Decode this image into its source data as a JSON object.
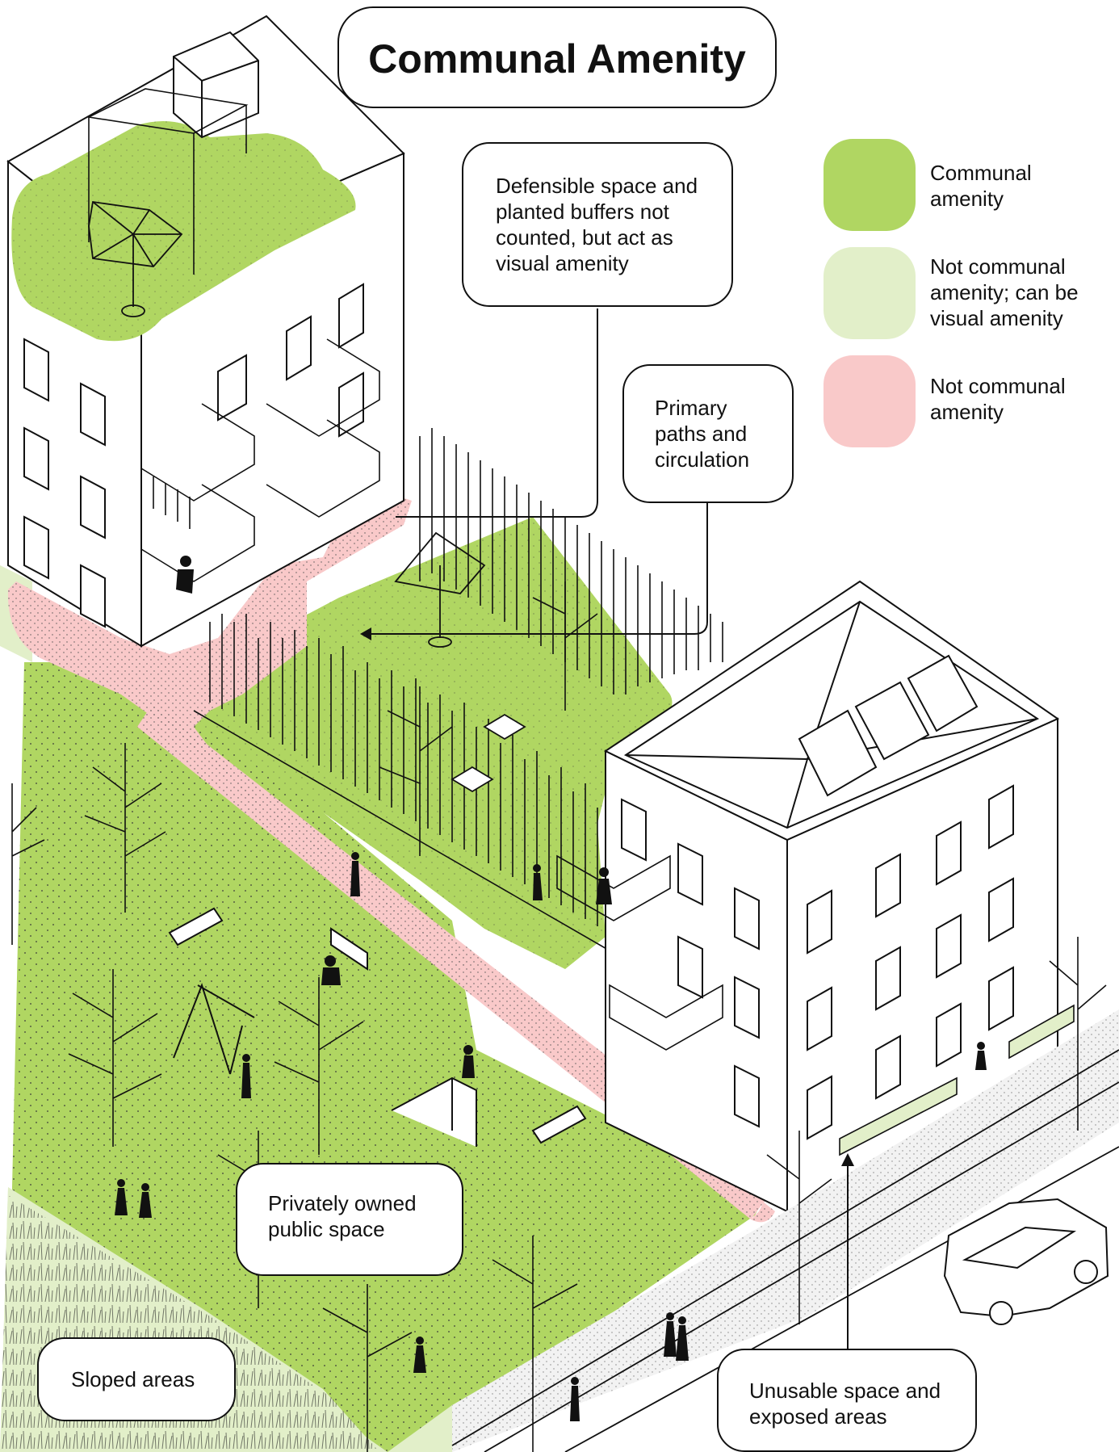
{
  "title": "Communal Amenity",
  "callouts": {
    "defensible": "Defensible space and planted buffers not counted, but act as visual amenity",
    "primary_paths": "Primary paths and circulation",
    "privately_owned": "Privately owned public space",
    "sloped": "Sloped areas",
    "unusable": "Unusable space and exposed areas"
  },
  "legend": [
    {
      "label": "Communal amenity",
      "color": "#b0d662"
    },
    {
      "label": "Not communal amenity; can be visual amenity",
      "color": "#e2efc9"
    },
    {
      "label": "Not communal amenity",
      "color": "#f9c9c9"
    }
  ],
  "colors": {
    "communal": "#b0d662",
    "visual": "#e2efc9",
    "not_communal": "#f9c9c9",
    "line": "#111111"
  }
}
